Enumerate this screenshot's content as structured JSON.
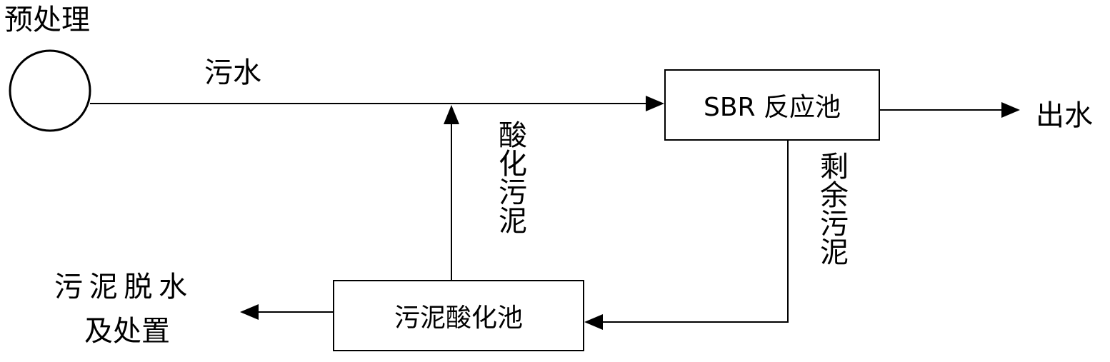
{
  "labels": {
    "pretreatment": "预处理",
    "sewage": "污水",
    "outflow": "出水",
    "acidified_sludge": "酸化污泥",
    "excess_sludge": "剩余污泥",
    "dewatering_line1": "污 泥 脱 水",
    "dewatering_line2": "及处置"
  },
  "boxes": {
    "sbr": "SBR 反应池",
    "acidification": "污泥酸化池"
  }
}
